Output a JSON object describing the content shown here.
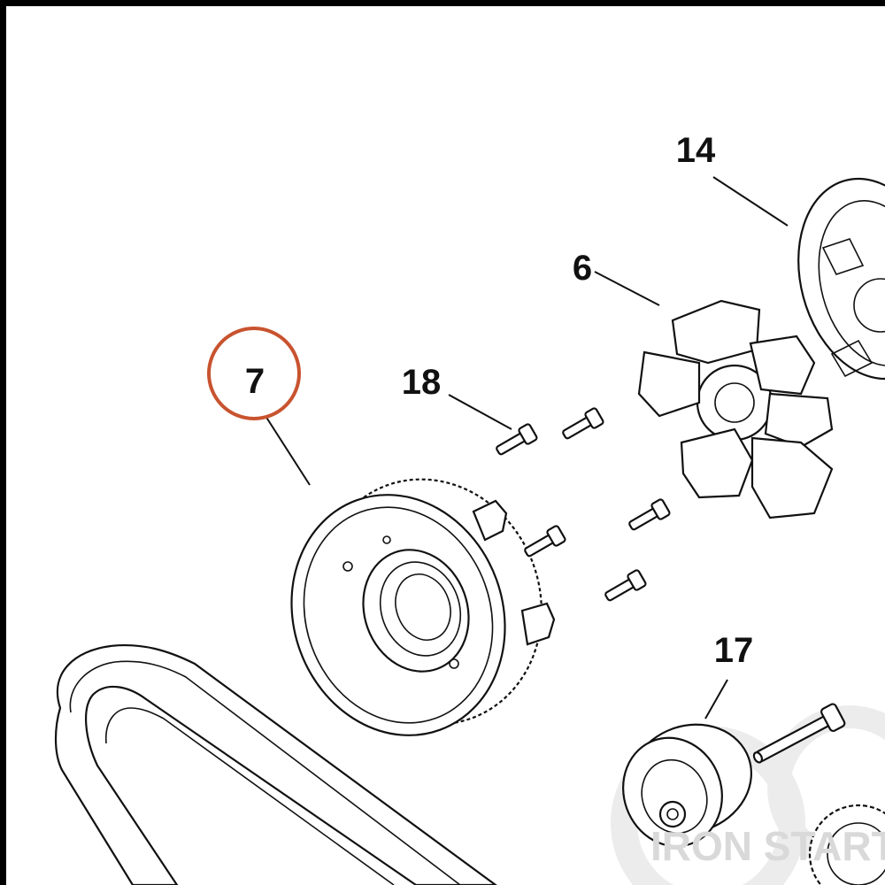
{
  "callouts": {
    "c7": "7",
    "c6": "6",
    "c14": "14",
    "c17": "17",
    "c18": "18"
  },
  "highlight": {
    "target": "7",
    "color": "#c8532f"
  },
  "watermark": {
    "text": "IRON STARTS"
  },
  "colors": {
    "line": "#111111",
    "background": "#ffffff",
    "frame": "#000000"
  }
}
